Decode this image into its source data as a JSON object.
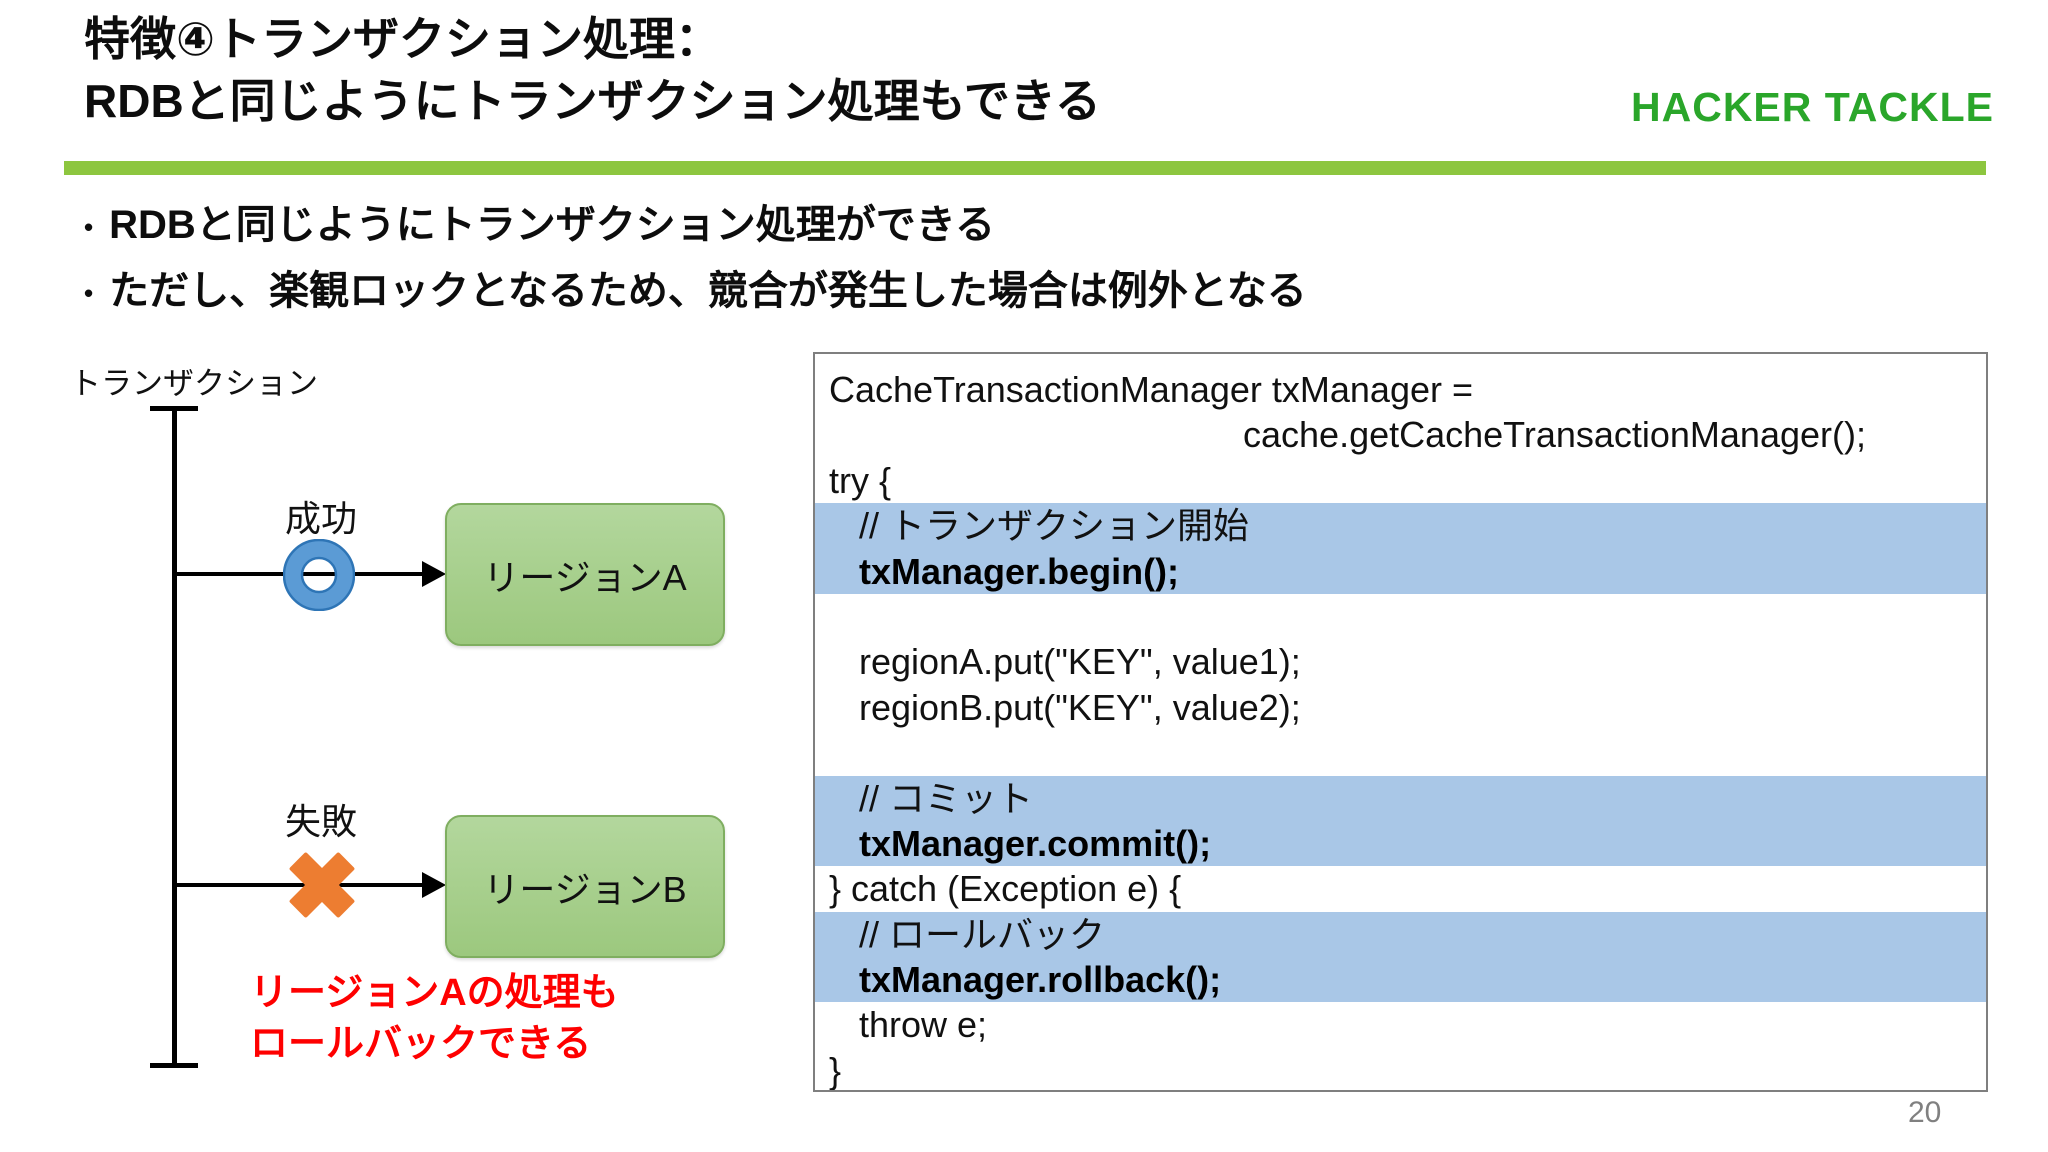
{
  "slide": {
    "title_lines": [
      "特徴④トランザクション処理：",
      "RDBと同じようにトランザクション処理もできる"
    ],
    "logo_text": "HACKER TACKLE",
    "bullet_marker": "•",
    "bullets": [
      "RDBと同じようにトランザクション処理ができる",
      "ただし、楽観ロックとなるため、競合が発生した場合は例外となる"
    ],
    "page_number": "20"
  },
  "diagram": {
    "timeline_label": "トランザクション",
    "success_label": "成功",
    "failure_label": "失敗",
    "region_a_label": "リージョンA",
    "region_b_label": "リージョンB",
    "note_lines": [
      "リージョンAの処理も",
      "ロールバックできる"
    ]
  },
  "code": {
    "lines": [
      {
        "text": "CacheTransactionManager txManager =",
        "indent": 0
      },
      {
        "text": "cache.getCacheTransactionManager();",
        "indent": 2
      },
      {
        "text": "try {",
        "indent": 0
      },
      {
        "text": "// トランザクション開始",
        "indent": 1,
        "highlight": true
      },
      {
        "text": "txManager.begin();",
        "indent": 1,
        "highlight": true,
        "bold": true
      },
      {
        "text": "",
        "indent": 0
      },
      {
        "text": "regionA.put(\"KEY\", value1);",
        "indent": 1
      },
      {
        "text": "regionB.put(\"KEY\", value2);",
        "indent": 1
      },
      {
        "text": "",
        "indent": 0
      },
      {
        "text": "// コミット",
        "indent": 1,
        "highlight": true
      },
      {
        "text": "txManager.commit();",
        "indent": 1,
        "highlight": true,
        "bold": true
      },
      {
        "text": "} catch (Exception e) {",
        "indent": 0
      },
      {
        "text": "// ロールバック",
        "indent": 1,
        "highlight": true
      },
      {
        "text": "txManager.rollback();",
        "indent": 1,
        "highlight": true,
        "bold": true
      },
      {
        "text": "throw e;",
        "indent": 1
      },
      {
        "text": "}",
        "indent": 0
      }
    ]
  },
  "colors": {
    "accent_green": "#8dc63f",
    "logo_green": "#2aa62a",
    "highlight_blue": "#a9c7e7",
    "region_box_green": "#a5cf8a",
    "region_box_border": "#7fae60",
    "success_ring_blue": "#5b9bd5",
    "success_ring_edge": "#2e75b6",
    "failure_cross_orange": "#ed7d31",
    "note_red": "#fe0000",
    "code_border_gray": "#7f7f7f",
    "page_number_gray": "#808080"
  }
}
